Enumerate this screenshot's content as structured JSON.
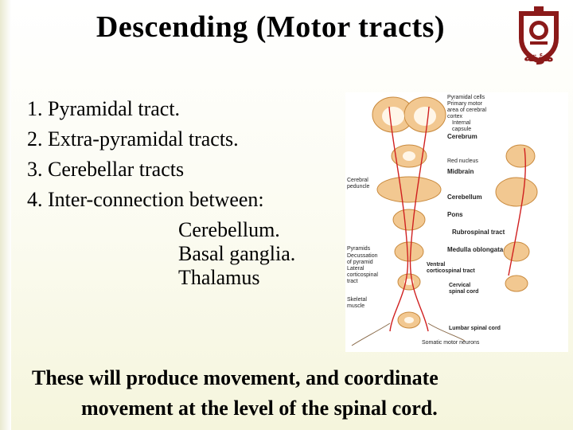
{
  "slide": {
    "title": "Descending (Motor tracts)",
    "logo_text": "مؤتة",
    "items": [
      "1. Pyramidal tract.",
      "2. Extra-pyramidal tracts.",
      "3. Cerebellar tracts",
      "4. Inter-connection between:"
    ],
    "sub_items": [
      "Cerebellum.",
      "Basal ganglia.",
      "Thalamus"
    ],
    "summary_line1": "These will produce movement, and coordinate",
    "summary_line2": "movement at the level of the spinal cord."
  },
  "figure": {
    "labels": {
      "pyramidal_cells": "Pyramidal cells",
      "primary_motor": "Primary motor",
      "area_of_cerebral": "area of cerebral",
      "cortex": "cortex",
      "internal": "Internal",
      "capsule": "capsule",
      "cerebrum": "Cerebrum",
      "red_nucleus": "Red nucleus",
      "midbrain": "Midbrain",
      "cerebral": "Cerebral",
      "peduncle": "peduncle",
      "cerebellum": "Cerebellum",
      "pons": "Pons",
      "rubrospinal_tract": "Rubrospinal tract",
      "pyramids": "Pyramids",
      "decussation": "Decussation",
      "of_pyramid": "of pyramid",
      "lateral": "Lateral",
      "corticospinal": "corticospinal",
      "tract": "tract",
      "medulla_oblongata": "Medulla oblongata",
      "ventral": "Ventral",
      "corticospinal_tract": "corticospinal tract",
      "cervical": "Cervical",
      "spinal_cord": "spinal cord",
      "skeletal": "Skeletal",
      "muscle": "muscle",
      "lumbar_spinal_cord": "Lumbar spinal cord",
      "somatic_motor_neurons": "Somatic motor neurons"
    }
  }
}
